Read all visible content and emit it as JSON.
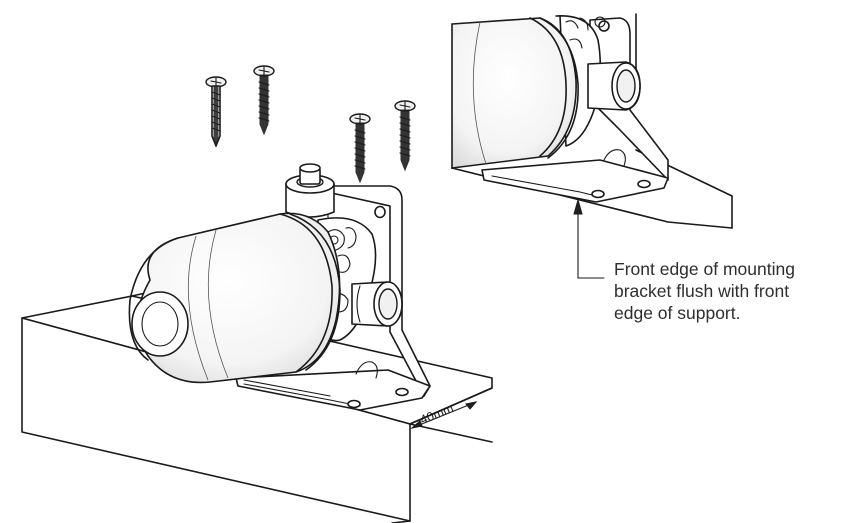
{
  "callout": {
    "line1": "Front edge of mounting",
    "line2": "bracket flush with front",
    "line3": "edge of support."
  },
  "dimension": {
    "label": "40mm"
  }
}
